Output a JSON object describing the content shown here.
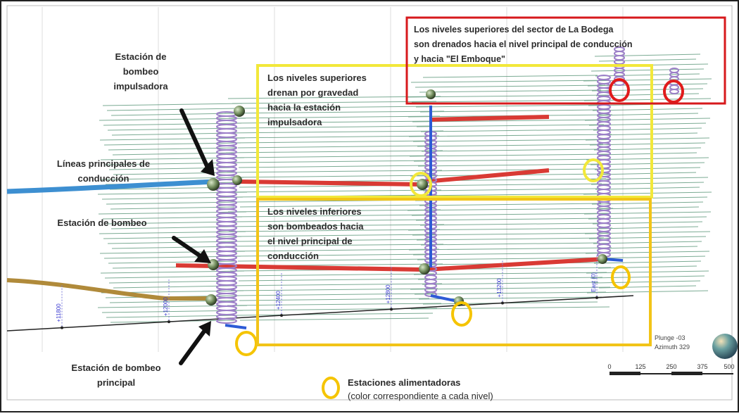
{
  "callouts": {
    "estacion_impulsadora": "Estación de\nbombeo\nimpulsadora",
    "lineas_principales": "Líneas principales de\nconducción",
    "estacion_bombeo": "Estación de bombeo",
    "estacion_principal": "Estación de bombeo\nprincipal",
    "niveles_superiores_gravedad": "Los niveles superiores\ndrenan por gravedad\nhacia la estación\nimpulsadora",
    "niveles_inferiores": "Los niveles inferiores\nson bombeados hacia\nel nivel principal de\nconducción",
    "la_bodega": "Los niveles superiores del sector de La Bodega\nson drenados hacia el nivel principal de conducción\ny hacia \"El Emboque\""
  },
  "legend": {
    "line1": "Estaciones alimentadoras",
    "line2": "(color correspondiente a cada nivel)"
  },
  "orientation": {
    "plunge": "Plunge -03",
    "azimuth": "Azimuth 329"
  },
  "scale": {
    "ticks": [
      "0",
      "125",
      "250",
      "375",
      "500"
    ]
  },
  "stations": [
    "+11800",
    "+12000",
    "+12400",
    "+12800",
    "+13200",
    "East (0)"
  ],
  "colors": {
    "red_box": "#d7191c",
    "yellow_box_top": "#f2e83a",
    "yellow_box_bottom": "#f2c418",
    "feeder_circle": "#f5c400",
    "red_circle": "#e01b1b",
    "conduction_red": "#d93a34",
    "pump_blue": "#2d5bd6",
    "line_blue": "#3d8fd1",
    "line_brown": "#b08a3a",
    "coil_purple": "#9c7fc8",
    "drift_green": "#4f8f70"
  }
}
